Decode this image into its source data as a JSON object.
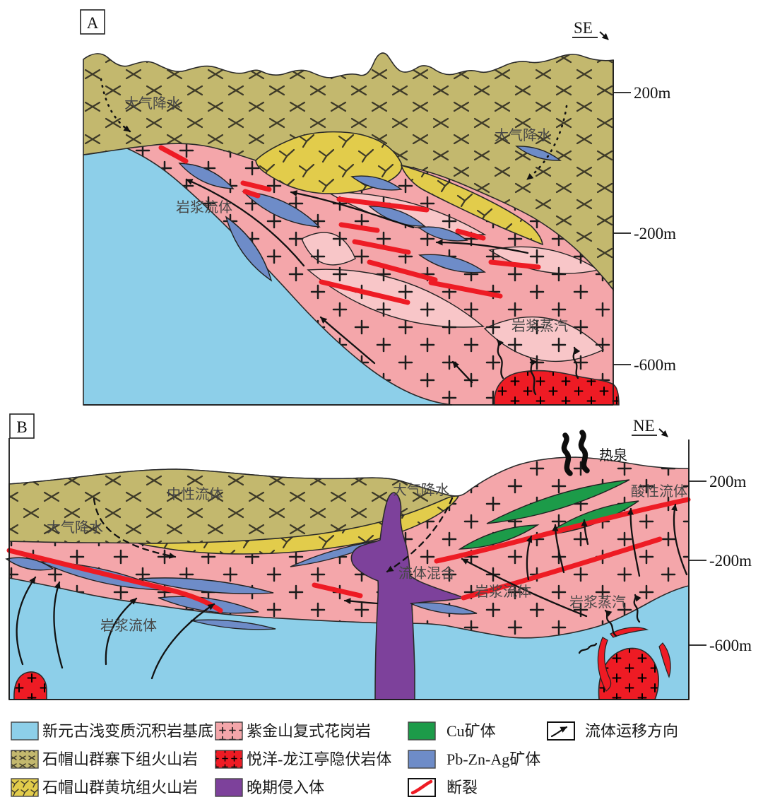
{
  "figure": {
    "panels": {
      "a": {
        "label": "A",
        "direction": "SE",
        "ticks": [
          "200m",
          "-200m",
          "-600m"
        ],
        "labels": {
          "meteoric_left": "大气降水",
          "meteoric_right": "大气降水",
          "magmatic_fluid": "岩浆流体",
          "magmatic_vapor": "岩浆蒸汽"
        }
      },
      "b": {
        "label": "B",
        "direction": "NE",
        "ticks": [
          "200m",
          "-200m",
          "-600m"
        ],
        "labels": {
          "neutral_fluid": "中性流体",
          "meteoric_left": "大气降水",
          "meteoric_center": "大气降水",
          "hot_spring": "热泉",
          "acidic_fluid": "酸性流体",
          "fluid_mixing": "流体混合",
          "magmatic_fluid_left": "岩浆流体",
          "magmatic_fluid_center": "岩浆流体",
          "magmatic_vapor": "岩浆蒸汽"
        }
      }
    },
    "legend": {
      "items": [
        {
          "key": "basement",
          "label": "新元古浅变质沉积岩基底"
        },
        {
          "key": "zhaixia_volcanics",
          "label": "石帽山群寨下组火山岩"
        },
        {
          "key": "huangkeng_volcanics",
          "label": "石帽山群黄坑组火山岩"
        },
        {
          "key": "zijinshan_granite",
          "label": "紫金山复式花岗岩"
        },
        {
          "key": "hidden_intrusion",
          "label": "悦洋-龙江亭隐伏岩体"
        },
        {
          "key": "late_intrusion",
          "label": "晚期侵入体"
        },
        {
          "key": "cu_orebody",
          "label": "Cu矿体"
        },
        {
          "key": "pb_zn_ag_orebody",
          "label": "Pb-Zn-Ag矿体"
        },
        {
          "key": "fault",
          "label": "断裂"
        },
        {
          "key": "fluid_migration",
          "label": "流体运移方向"
        }
      ]
    },
    "colors": {
      "basement": "#8DCFE9",
      "zhaixia_volcanics": "#C3B86E",
      "huangkeng_volcanics": "#E2CC4B",
      "zijinshan_granite": "#F4A6AA",
      "granite_inner": "#F8C6C8",
      "hidden_intrusion": "#EE1B24",
      "late_intrusion": "#7D419B",
      "cu_orebody": "#1C9B49",
      "pb_zn_ag_orebody": "#6E8CC8",
      "fault": "#EE1B24"
    }
  }
}
